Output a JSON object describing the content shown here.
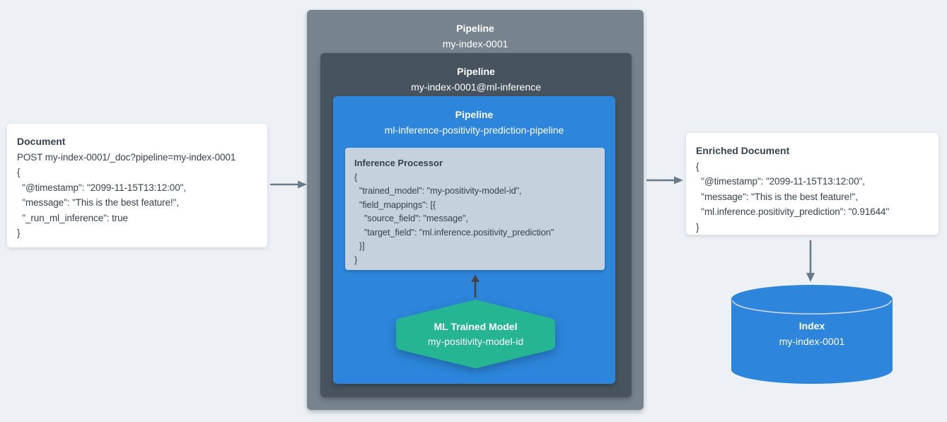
{
  "colors": {
    "background": "#edf1f5",
    "ink": "#37424e",
    "pipeline_outer": "#77838f",
    "pipeline_mid": "#47535f",
    "pipeline_inner": "#2d86dc",
    "processor_bg": "#c5d2de",
    "model_hexagon": "#26b593",
    "index_cylinder": "#2d86dc",
    "arrow": "#6b7a89",
    "arrow_dark": "#42464a"
  },
  "document_card": {
    "title": "Document",
    "lines": [
      "POST my-index-0001/_doc?pipeline=my-index-0001",
      "{",
      "  \"@timestamp\": \"2099-11-15T13:12:00\",",
      "  \"message\": \"This is the best feature!\",",
      "  \"_run_ml_inference\": true",
      "}"
    ]
  },
  "outer_pipeline": {
    "title": "Pipeline",
    "subtitle": "my-index-0001"
  },
  "ml_inference_pipeline": {
    "title": "Pipeline",
    "subtitle": "my-index-0001@ml-inference"
  },
  "inner_pipeline": {
    "title": "Pipeline",
    "subtitle": "ml-inference-positivity-prediction-pipeline"
  },
  "inference_processor": {
    "title": "Inference Processor",
    "lines": [
      "{",
      "  \"trained_model\": \"my-positivity-model-id\",",
      "  \"field_mappings\": [{",
      "    \"source_field\": \"message\",",
      "    \"target_field\": \"ml.inference.positivity_prediction\"",
      "  }]",
      "}"
    ]
  },
  "ml_trained_model": {
    "title": "ML Trained Model",
    "subtitle": "my-positivity-model-id"
  },
  "enriched_card": {
    "title": "Enriched Document",
    "lines": [
      "{",
      "  \"@timestamp\": \"2099-11-15T13:12:00\",",
      "  \"message\": \"This is the best feature!\",",
      "  \"ml.inference.positivity_prediction\": \"0.91644\"",
      "}"
    ]
  },
  "index_store": {
    "title": "Index",
    "subtitle": "my-index-0001"
  }
}
